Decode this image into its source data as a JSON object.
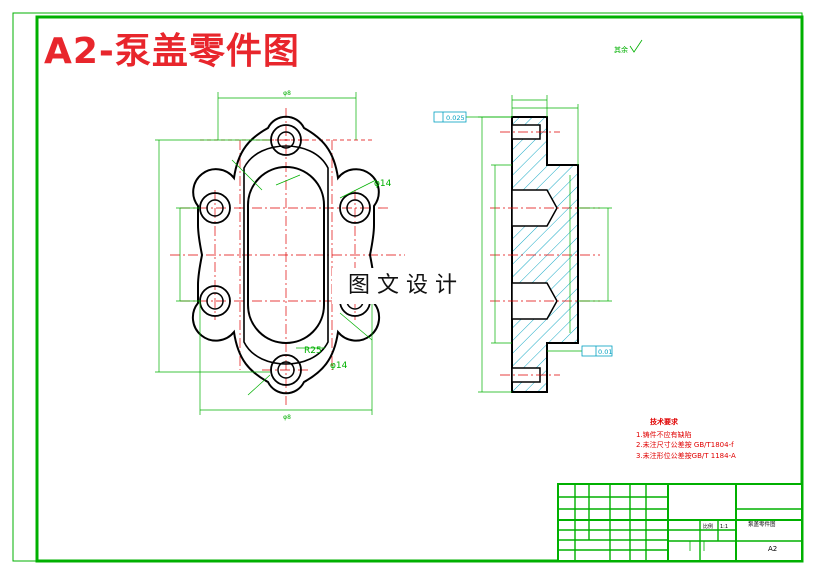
{
  "drawing": {
    "title": "A2-泵盖零件图",
    "watermark": "图文设计",
    "roughness_mark": "其余",
    "colors": {
      "part_outline": "#000000",
      "dimension": "#00b000",
      "centerline": "#e00000",
      "hatch": "#00a0c0",
      "border": "#00b000",
      "notes": "#e00000",
      "title_red": "#e8262c"
    }
  },
  "tolerances": {
    "parallelism": "0.025",
    "flatness": "0.01"
  },
  "front_view": {
    "dimensions": {
      "top_width": "φ8",
      "bottom_width": "φ8",
      "bolt_hole_1": "φ14",
      "bolt_hole_2": "φ14",
      "arc": "R25"
    }
  },
  "technical_requirements": {
    "heading": "技术要求",
    "items": [
      "1.铸件不应有缺陷",
      "2.未注尺寸公差按  GB/T1804-f",
      "3.未注形位公差按GB/T 1184-A"
    ]
  },
  "title_block": {
    "drawing_name": "泵盖零件图",
    "scale_label": "比例",
    "scale_value": "1:1",
    "sheet": "A2"
  }
}
